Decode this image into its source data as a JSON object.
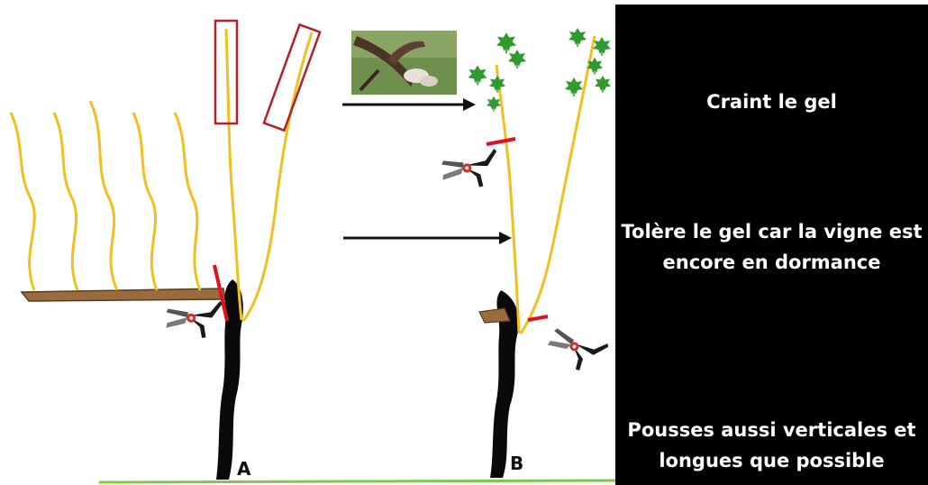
{
  "notes": {
    "frost_sensitive": "Craint le gel",
    "frost_tolerant": "Tolère le gel car la vigne est encore en dormance",
    "vertical_shoots": "Pousses aussi verticales et longues que possible"
  },
  "labels": {
    "a": "A",
    "b": "B"
  },
  "colors": {
    "shoot": "#f0c020",
    "trunk": "#0a0a0a",
    "cane": "#9a6b3e",
    "cut_mark": "#e01020",
    "leaf": "#2f9a2f",
    "ground": "#7fc94a",
    "annotation_panel": "#000000"
  },
  "icons": [
    "pruning-shears-icon",
    "grape-leaf-icon",
    "arrow-right-icon"
  ]
}
